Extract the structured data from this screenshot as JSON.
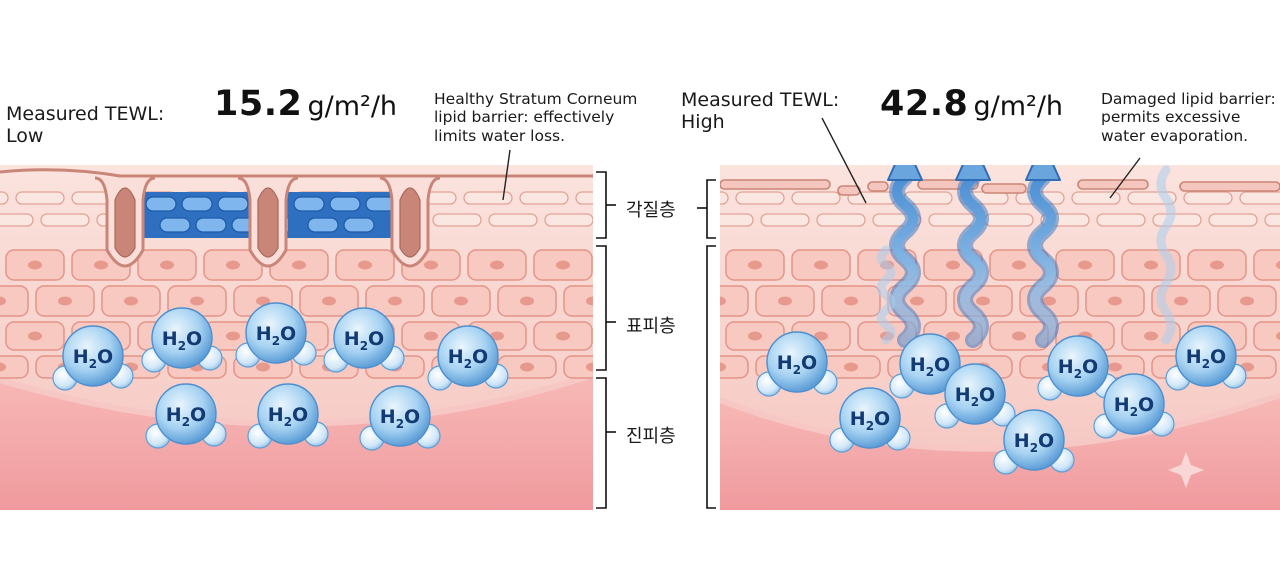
{
  "healthy": {
    "tewl_label_line1": "Measured TEWL:",
    "tewl_label_line2": "Low",
    "tewl_value": "15.2",
    "tewl_unit": "g/m²/h",
    "note_line1": "Healthy Stratum Corneum",
    "note_line2": "lipid barrier: effectively",
    "note_line3": "limits water loss."
  },
  "damaged": {
    "tewl_label_line1": "Measured TEWL:",
    "tewl_label_line2": "High",
    "tewl_value": "42.8",
    "tewl_unit": "g/m²/h",
    "note_line1": "Damaged lipid barrier:",
    "note_line2": "permits excessive",
    "note_line3": "water evaporation."
  },
  "layers": {
    "stratum_corneum": "각질층",
    "epidermis": "표피층",
    "dermis": "진피층"
  },
  "molecule_label": "H",
  "molecule_subscript": "2",
  "molecule_suffix": "O",
  "colors": {
    "skin_light": "#f9d9d4",
    "skin_cell": "#f2b3ab",
    "dermis": "#f3a9ab",
    "lipid_blue": "#4f8fd8",
    "water_blue": "#8ec5ee",
    "vapor_blue": "#5e9ed8"
  }
}
